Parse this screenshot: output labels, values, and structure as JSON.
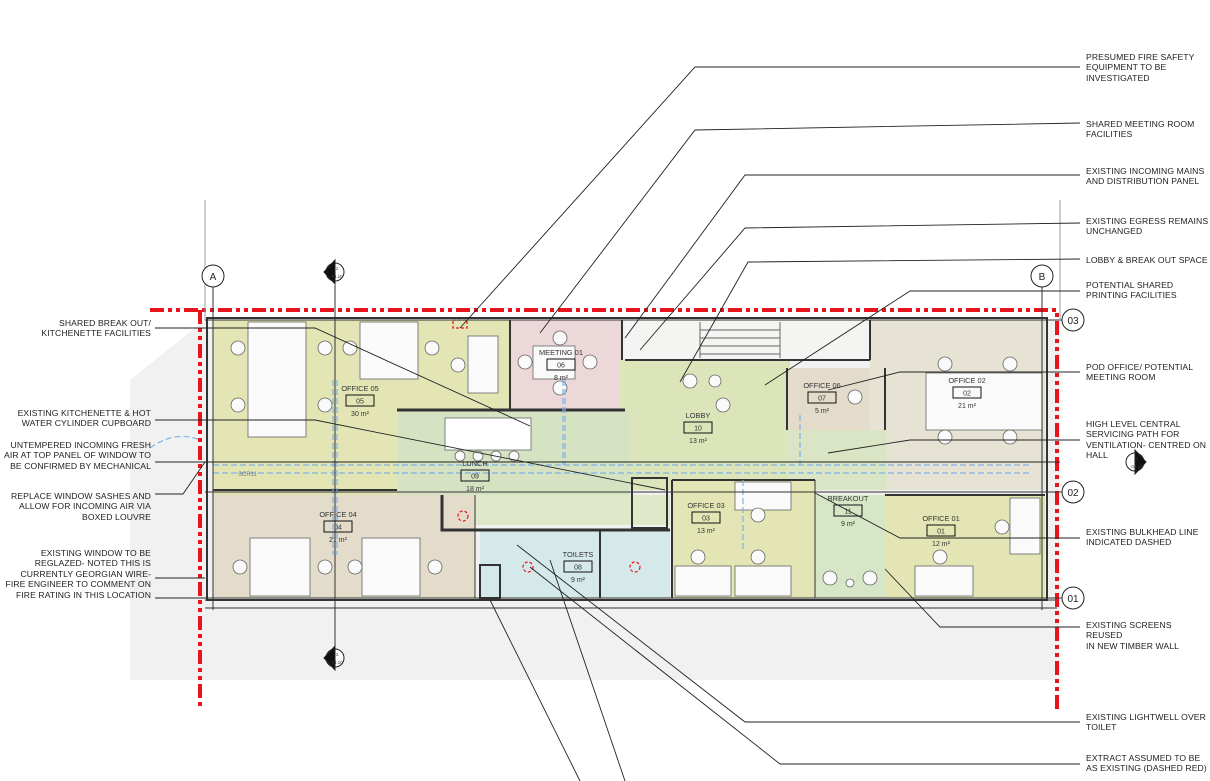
{
  "left_annotations": [
    {
      "id": "shared-break-out",
      "text": "SHARED BREAK OUT/\nKITCHENETTE FACILITIES"
    },
    {
      "id": "kitchenette",
      "text": "EXISTING KITCHENETTE & HOT\nWATER CYLINDER CUPBOARD"
    },
    {
      "id": "fresh-air",
      "text": "UNTEMPERED INCOMING FRESH\nAIR AT TOP PANEL OF WINDOW TO\nBE CONFIRMED BY MECHANICAL"
    },
    {
      "id": "window-sashes",
      "text": "REPLACE WINDOW SASHES AND\nALLOW FOR INCOMING AIR VIA\nBOXED LOUVRE"
    },
    {
      "id": "reglazed",
      "text": "EXISTING WINDOW TO BE\nREGLAZED- NOTED THIS IS\nCURRENTLY GEORGIAN WIRE-\nFIRE ENGINEER TO COMMENT ON\nFIRE RATING IN THIS LOCATION"
    }
  ],
  "right_annotations": [
    {
      "id": "fire-safety",
      "text": "PRESUMED FIRE SAFETY\nEQUIPMENT TO BE\nINVESTIGATED"
    },
    {
      "id": "meeting-room",
      "text": "SHARED MEETING ROOM\nFACILITIES"
    },
    {
      "id": "mains",
      "text": "EXISTING INCOMING MAINS\nAND DISTRIBUTION PANEL"
    },
    {
      "id": "egress",
      "text": "EXISTING EGRESS REMAINS\nUNCHANGED"
    },
    {
      "id": "lobby",
      "text": "LOBBY & BREAK OUT SPACE"
    },
    {
      "id": "printing",
      "text": "POTENTIAL SHARED\nPRINTING FACILITIES"
    },
    {
      "id": "pod-office",
      "text": "POD OFFICE/ POTENTIAL\nMEETING ROOM"
    },
    {
      "id": "servicing",
      "text": "HIGH LEVEL CENTRAL\nSERVICING PATH FOR\nVENTILATION- CENTRED ON\nHALL"
    },
    {
      "id": "bulkhead",
      "text": "EXISTING BULKHEAD LINE\nINDICATED DASHED"
    },
    {
      "id": "screens",
      "text": "EXISTING SCREENS REUSED\nIN NEW TIMBER WALL"
    },
    {
      "id": "lightwell",
      "text": "EXISTING LIGHTWELL OVER\nTOILET"
    },
    {
      "id": "extract",
      "text": "EXTRACT ASSUMED TO BE\nAS EXISTING (DASHED RED)"
    }
  ],
  "rooms": [
    {
      "name": "OFFICE 05",
      "number": "05",
      "area": "30 m²"
    },
    {
      "name": "MEETING 01",
      "number": "06",
      "area": "8 m²"
    },
    {
      "name": "LOBBY",
      "number": "10",
      "area": "13 m²"
    },
    {
      "name": "OFFICE 06",
      "number": "07",
      "area": "5 m²"
    },
    {
      "name": "OFFICE 02",
      "number": "02",
      "area": "21 m²"
    },
    {
      "name": "LUNCH",
      "number": "09",
      "area": "18 m²"
    },
    {
      "name": "OFFICE 04",
      "number": "04",
      "area": "21 m²"
    },
    {
      "name": "TOILETS",
      "number": "08",
      "area": "9 m²"
    },
    {
      "name": "OFFICE 03",
      "number": "03",
      "area": "13 m²"
    },
    {
      "name": "BREAKOUT",
      "number": "11",
      "area": "9 m²"
    },
    {
      "name": "OFFICE 01",
      "number": "01",
      "area": "12 m²"
    }
  ],
  "grid": {
    "col_a": "A",
    "col_b": "B",
    "row_03": "03",
    "row_02": "02",
    "row_01": "01"
  },
  "sections": {
    "top_left": {
      "num": "1",
      "sheet": "04.10"
    },
    "bottom_left": {
      "num": "1",
      "sheet": "04.10"
    },
    "right": {
      "num": "2",
      "sheet": "04.10"
    }
  },
  "screen_tag": "SCR11",
  "colors": {
    "boundary": "#e8141c",
    "bulkhead": "#7fb2e5",
    "office": "#e3e6b4",
    "meeting": "#ecd7d9",
    "lobby": "#dbe5b9",
    "tan": "#e3dccb",
    "toilet": "#d5e9ea",
    "lunch": "#d5e3c2"
  }
}
